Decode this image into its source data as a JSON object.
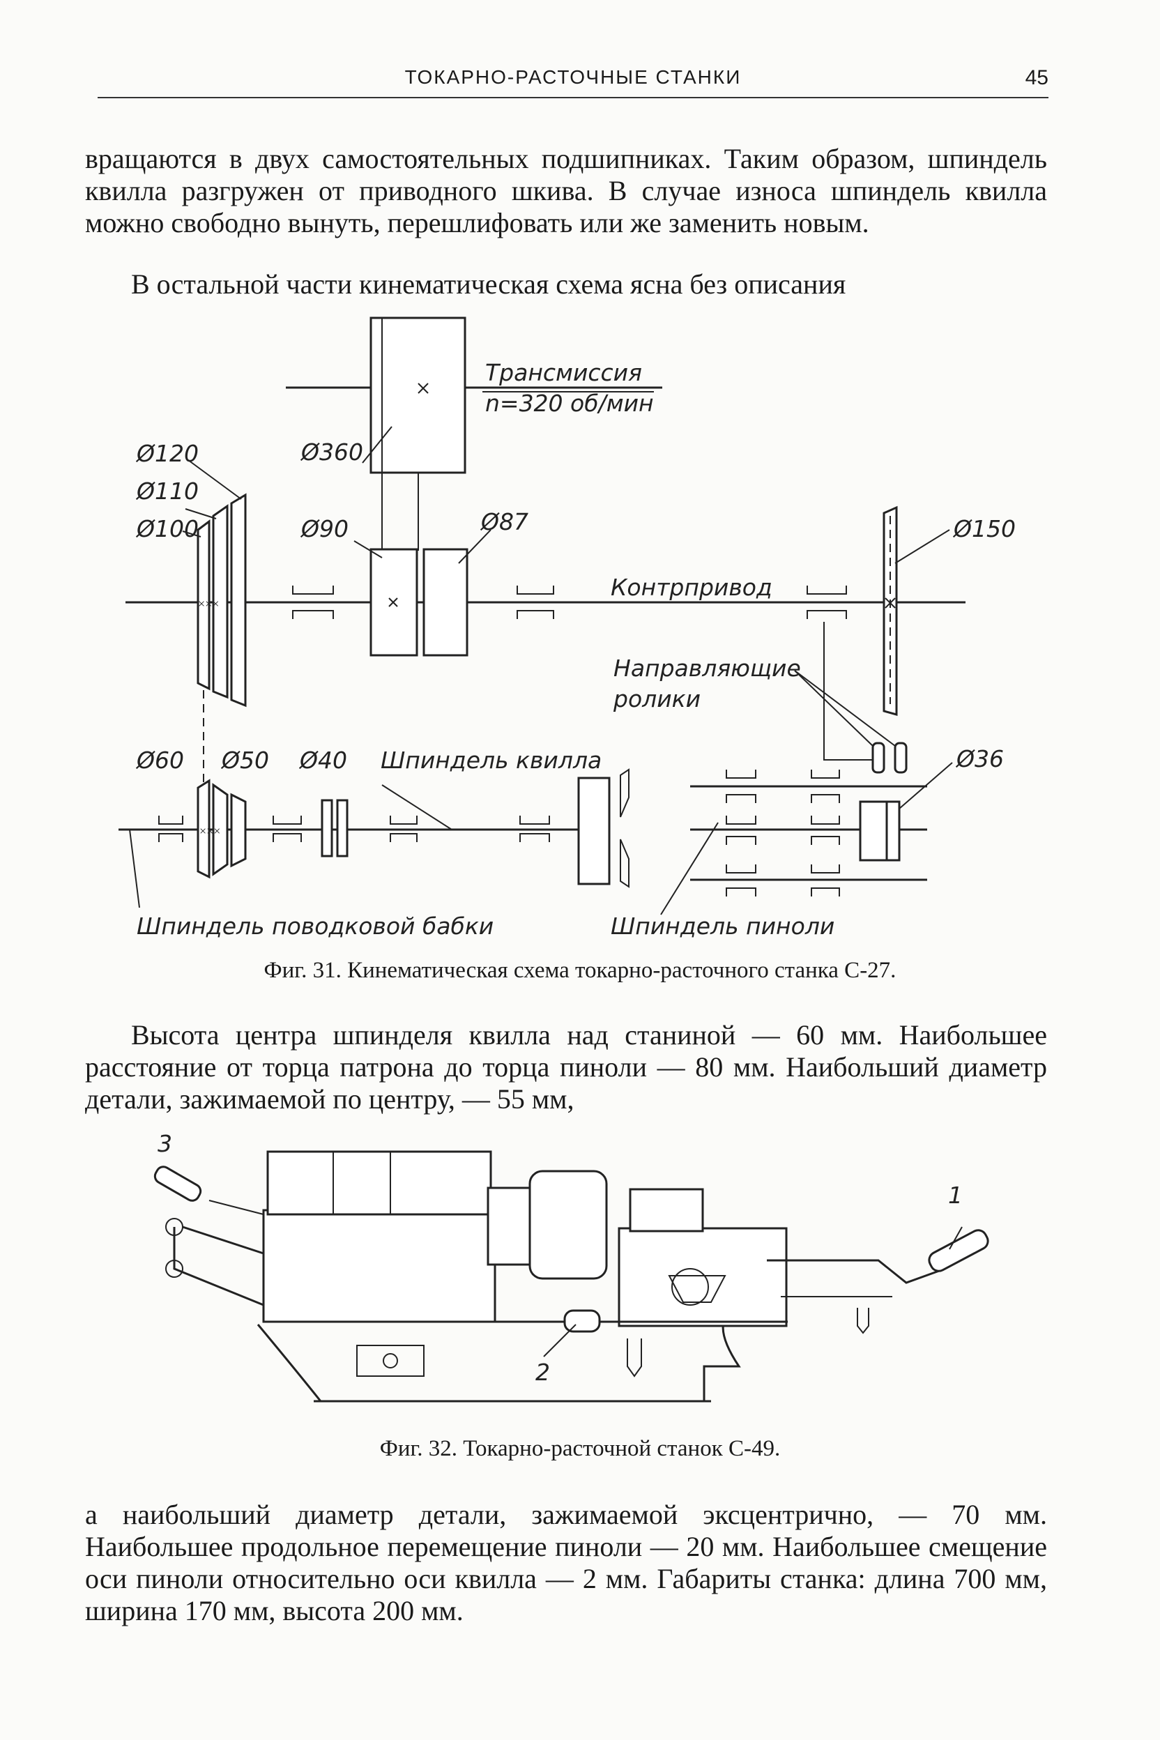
{
  "running_head": {
    "title": "ТОКАРНО-РАСТОЧНЫЕ СТАНКИ",
    "page_number": "45"
  },
  "paragraphs": {
    "p1": "вращаются в двух самостоятельных подшипниках. Таким образом, шпиндель квилла разгружен от приводного шкива. В случае износа шпиндель квилла можно свободно вынуть, перешлифовать или же заменить новым.",
    "p2": "В остальной части кинематическая схема ясна без описания",
    "p3": "Высота центра шпинделя квилла над станиной — 60 мм. Наибольшее расстояние от торца патрона до торца пиноли — 80 мм. Наибольший диаметр детали, зажимаемой по центру, — 55 мм,",
    "p4": "а наибольший диаметр детали, зажимаемой эксцентрично, — 70 мм. Наибольшее продольное перемещение пиноли — 20 мм. Наибольшее смещение оси пиноли относительно оси квилла — 2 мм. Габариты станка: длина 700 мм, ширина 170 мм, высота 200 мм."
  },
  "figure31": {
    "caption": "Фиг. 31. Кинематическая схема токарно-расточного станка С-27.",
    "labels": {
      "transmission": "Трансмиссия",
      "speed": "n=320 об/мин",
      "d360": "Ø360",
      "d120": "Ø120",
      "d110": "Ø110",
      "d100": "Ø100",
      "d90": "Ø90",
      "d87": "Ø87",
      "d150": "Ø150",
      "countershaft": "Контрпривод",
      "guide_rollers_1": "Направляющие",
      "guide_rollers_2": "ролики",
      "d60": "Ø60",
      "d50": "Ø50",
      "d40": "Ø40",
      "quill_spindle": "Шпиндель квилла",
      "d36": "Ø36",
      "headstock_spindle": "Шпиндель поводковой бабки",
      "tailstock_spindle": "Шпиндель пиноли"
    }
  },
  "figure32": {
    "caption": "Фиг. 32. Токарно-расточной станок С-49.",
    "callouts": {
      "c1": "1",
      "c2": "2",
      "c3": "3"
    }
  }
}
